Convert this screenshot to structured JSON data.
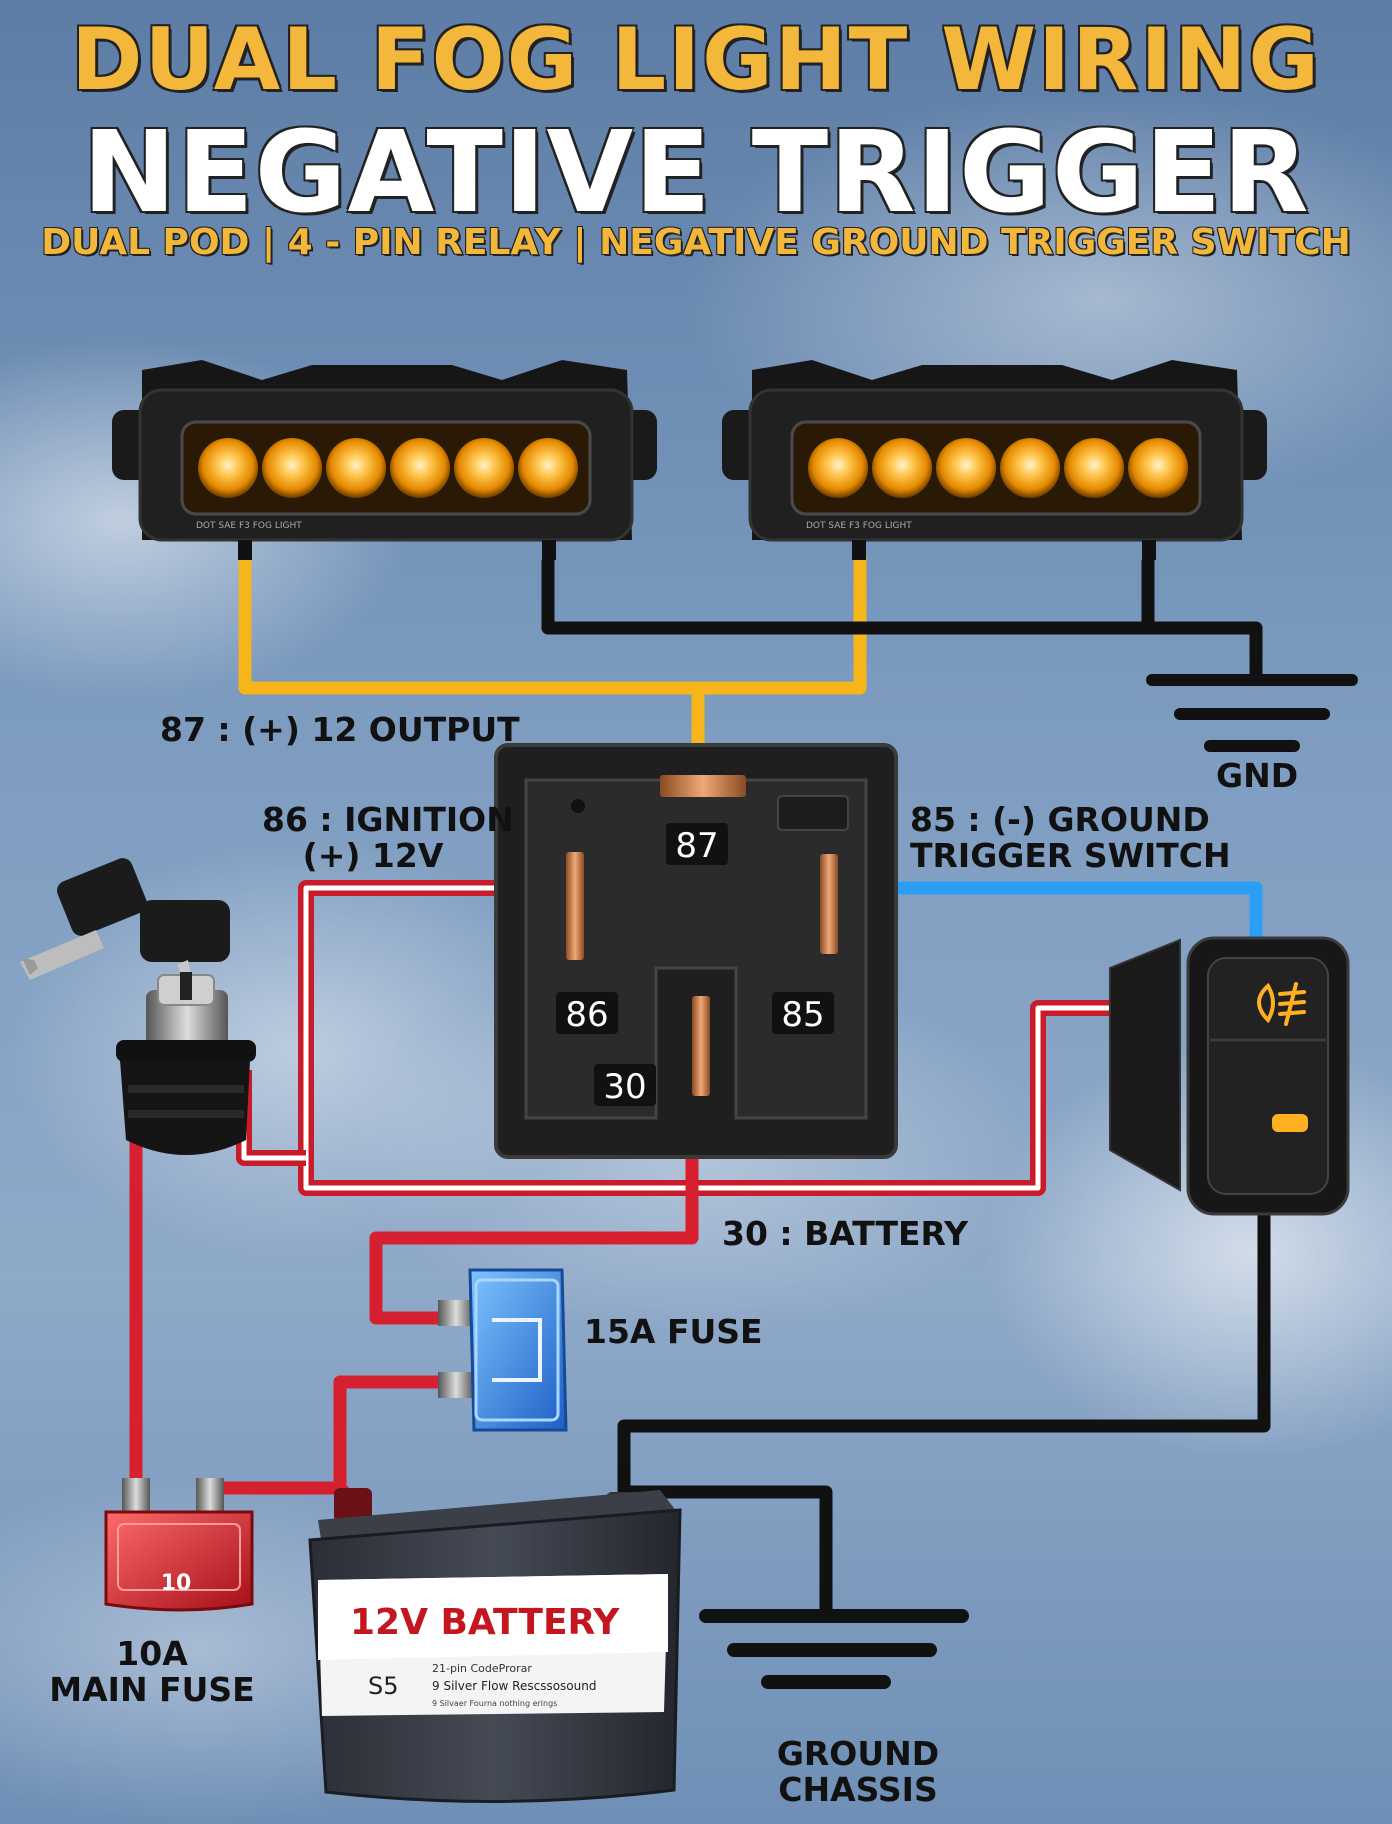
{
  "header": {
    "title": "DUAL FOG LIGHT WIRING",
    "headline": "NEGATIVE TRIGGER",
    "subtitle": "DUAL POD | 4 - PIN RELAY  | NEGATIVE GROUND TRIGGER SWITCH"
  },
  "relay": {
    "pins": [
      "87",
      "86",
      "85",
      "30"
    ]
  },
  "labels": {
    "pin87": "87 : (+) 12 OUTPUT",
    "pin86_line1": "86 : IGNITION",
    "pin86_line2": "(+) 12V",
    "pin85_line1": "85 : (-) GROUND",
    "pin85_line2": "TRIGGER SWITCH",
    "pin30": "30 : BATTERY",
    "fuse15": "15A FUSE",
    "mainfuse_line1": "10A",
    "mainfuse_line2": "MAIN FUSE",
    "gnd": "GND",
    "chassis_line1": "GROUND",
    "chassis_line2": "CHASSIS"
  },
  "fog_lights": {
    "label": "DOT SAE F3 FOG LIGHT"
  },
  "battery": {
    "label": "12V BATTERY",
    "model": "S5",
    "line1": "21-pin CodeProrar",
    "line2": "9 Silver Flow Rescssosound",
    "line3": "9 Silvaer Fourna nothing erings"
  },
  "fuse_main": {
    "rating": "10"
  },
  "colors": {
    "title": "#f3b73b",
    "output_wire": "#f6b51b",
    "power_wire": "#d7202f",
    "trigger_wire": "#2a9ef5",
    "ground_wire": "#111111",
    "led_amber": "#ffb347"
  }
}
